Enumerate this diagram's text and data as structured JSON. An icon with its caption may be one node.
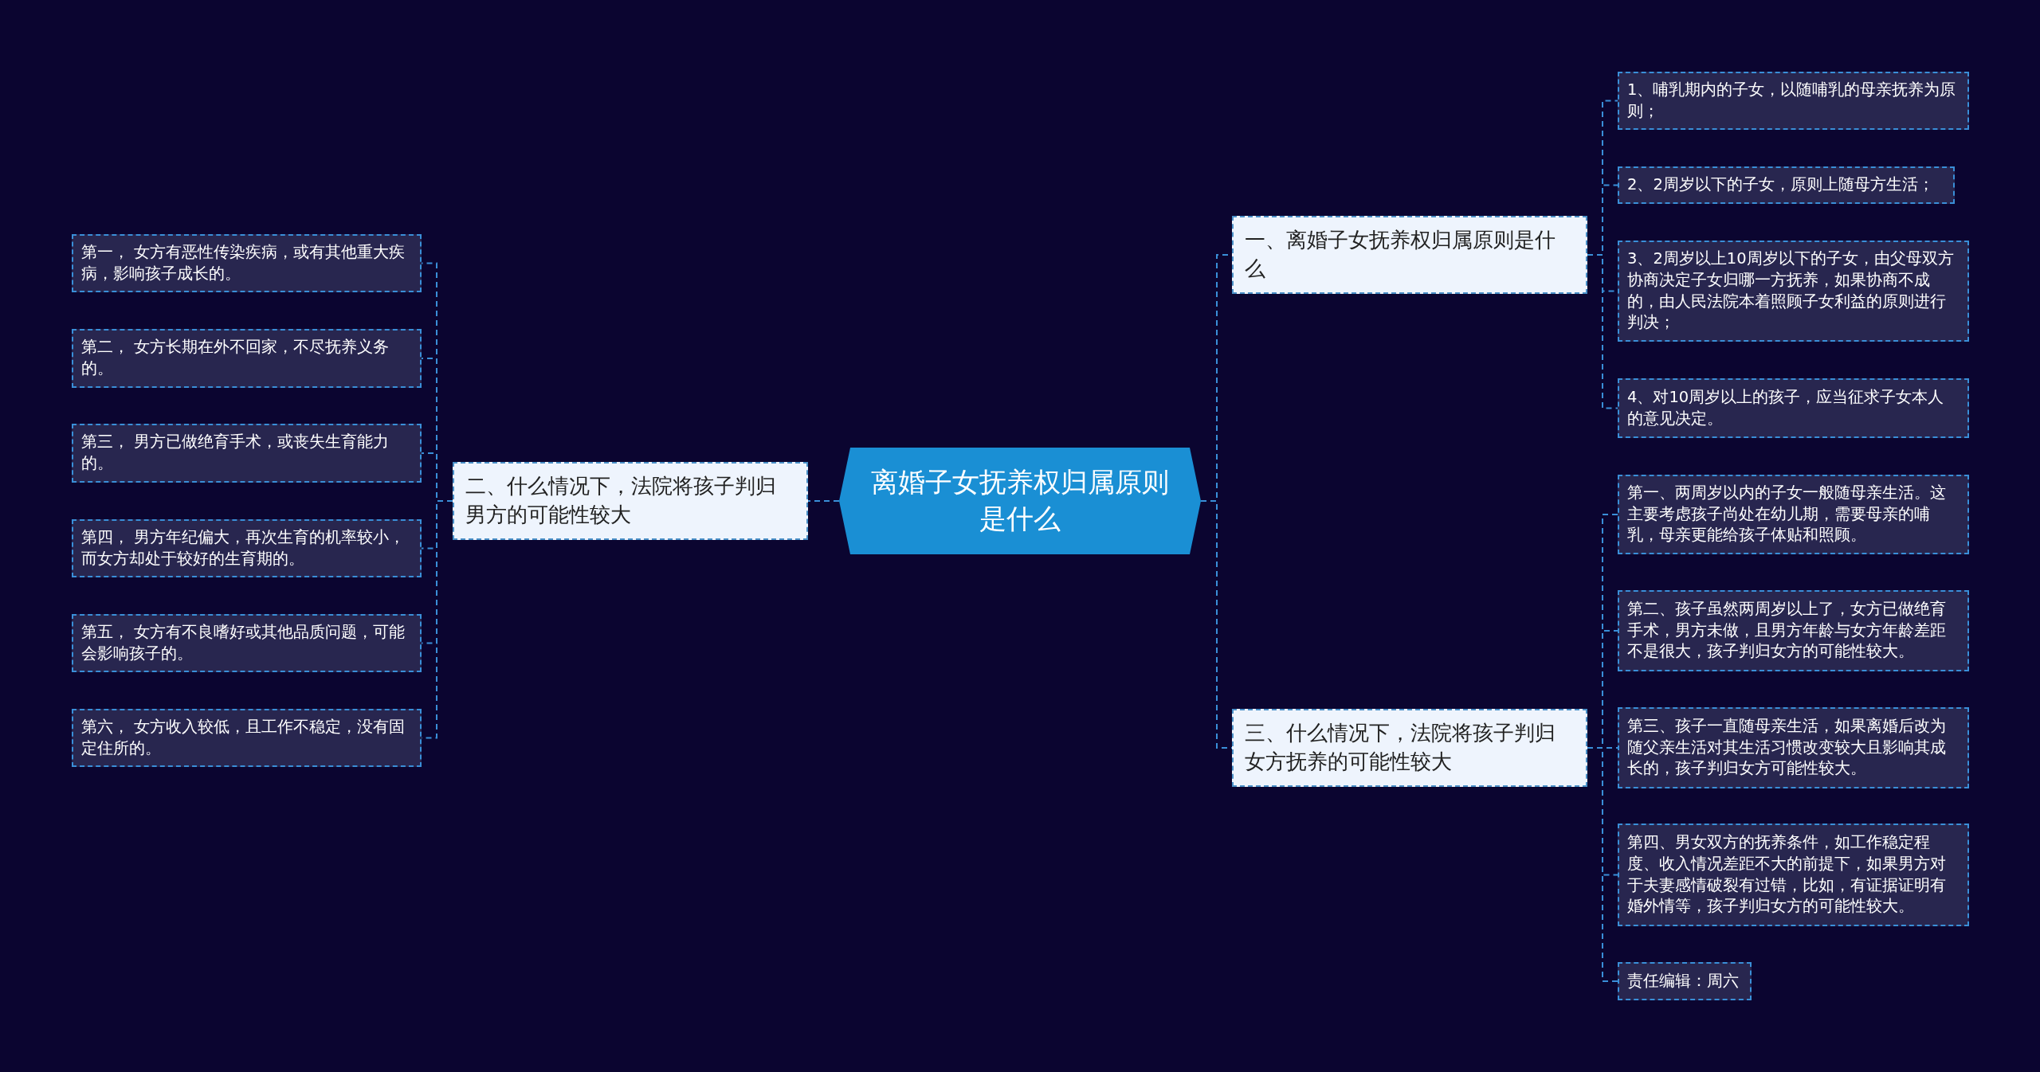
{
  "diagram": {
    "nodes": [
      {
        "text": [
          "离婚子女抚养权归属原则是什么"
        ]
      },
      {
        "text": [
          "一、离婚子女抚养权归属原则是什么"
        ]
      },
      {
        "text": [
          "1、哺乳期内的子女，以随哺乳的母亲抚养为原则；"
        ]
      },
      {
        "text": [
          "2、2周岁以下的子女，原则上随母方生活；"
        ]
      },
      {
        "text": [
          "3、2周岁以上10周岁以下的子女，由父母双方协商决定子女归哪一方抚养，如果协商不成的，由人民法院本着照顾子女利益的原则进行判决；"
        ]
      },
      {
        "text": [
          "4、对10周岁以上的孩子，应当征求子女本人的意见决定。"
        ]
      },
      {
        "text": [
          "三、什么情况下，法院将孩子判归女方抚养的可能性较大"
        ]
      },
      {
        "text": [
          "第一、两周岁以内的子女一般随母亲生活。这主要考虑孩子尚处在幼儿期，需要母亲的哺乳，母亲更能给孩子体贴和照顾。"
        ]
      },
      {
        "text": [
          "第二、孩子虽然两周岁以上了，女方已做绝育手术，男方未做，且男方年龄与女方年龄差距不是很大，孩子判归女方的可能性较大。"
        ]
      },
      {
        "text": [
          "第三、孩子一直随母亲生活，如果离婚后改为随父亲生活对其生活习惯改变较大且影响其成长的，孩子判归女方可能性较大。"
        ]
      },
      {
        "text": [
          "第四、男女双方的抚养条件，如工作稳定程度、收入情况差距不大的前提下，如果男方对于夫妻感情破裂有过错，比如，有证据证明有婚外情等，孩子判归女方的可能性较大。"
        ]
      },
      {
        "text": [
          "责任编辑：周六"
        ]
      },
      {
        "text": [
          "二、什么情况下，法院将孩子判归男方的可能性较大"
        ]
      },
      {
        "text": [
          "第一， 女方有恶性传染疾病，或有其他重大疾病，影响孩子成长的。"
        ]
      },
      {
        "text": [
          "第二， 女方长期在外不回家，不尽抚养义务的。"
        ]
      },
      {
        "text": [
          "第三， 男方已做绝育手术，或丧失生育能力的。"
        ]
      },
      {
        "text": [
          "第四， 男方年纪偏大，再次生育的机率较小，而女方却处于较好的生育期的。"
        ]
      },
      {
        "text": [
          "第五， 女方有不良嗜好或其他品质问题，可能会影响孩子的。"
        ]
      },
      {
        "text": [
          "第六， 女方收入较低，且工作不稳定，没有固定住所的。"
        ]
      }
    ],
    "edges": [
      {
        "from": 0,
        "to": 1,
        "arrow": "none",
        "style": "dashed"
      },
      {
        "from": 1,
        "to": 2,
        "arrow": "none",
        "style": "dashed"
      },
      {
        "from": 1,
        "to": 3,
        "arrow": "none",
        "style": "dashed"
      },
      {
        "from": 1,
        "to": 4,
        "arrow": "none",
        "style": "dashed"
      },
      {
        "from": 1,
        "to": 5,
        "arrow": "none",
        "style": "dashed"
      },
      {
        "from": 0,
        "to": 6,
        "arrow": "none",
        "style": "dashed"
      },
      {
        "from": 6,
        "to": 7,
        "arrow": "none",
        "style": "dashed"
      },
      {
        "from": 6,
        "to": 8,
        "arrow": "none",
        "style": "dashed"
      },
      {
        "from": 6,
        "to": 9,
        "arrow": "none",
        "style": "dashed"
      },
      {
        "from": 6,
        "to": 10,
        "arrow": "none",
        "style": "dashed"
      },
      {
        "from": 6,
        "to": 11,
        "arrow": "none",
        "style": "dashed"
      },
      {
        "from": 0,
        "to": 12,
        "arrow": "none",
        "style": "dashed"
      },
      {
        "from": 12,
        "to": 13,
        "arrow": "none",
        "style": "dashed"
      },
      {
        "from": 12,
        "to": 14,
        "arrow": "none",
        "style": "dashed"
      },
      {
        "from": 12,
        "to": 15,
        "arrow": "none",
        "style": "dashed"
      },
      {
        "from": 12,
        "to": 16,
        "arrow": "none",
        "style": "dashed"
      },
      {
        "from": 12,
        "to": 17,
        "arrow": "none",
        "style": "dashed"
      },
      {
        "from": 12,
        "to": 18,
        "arrow": "none",
        "style": "dashed"
      }
    ]
  }
}
